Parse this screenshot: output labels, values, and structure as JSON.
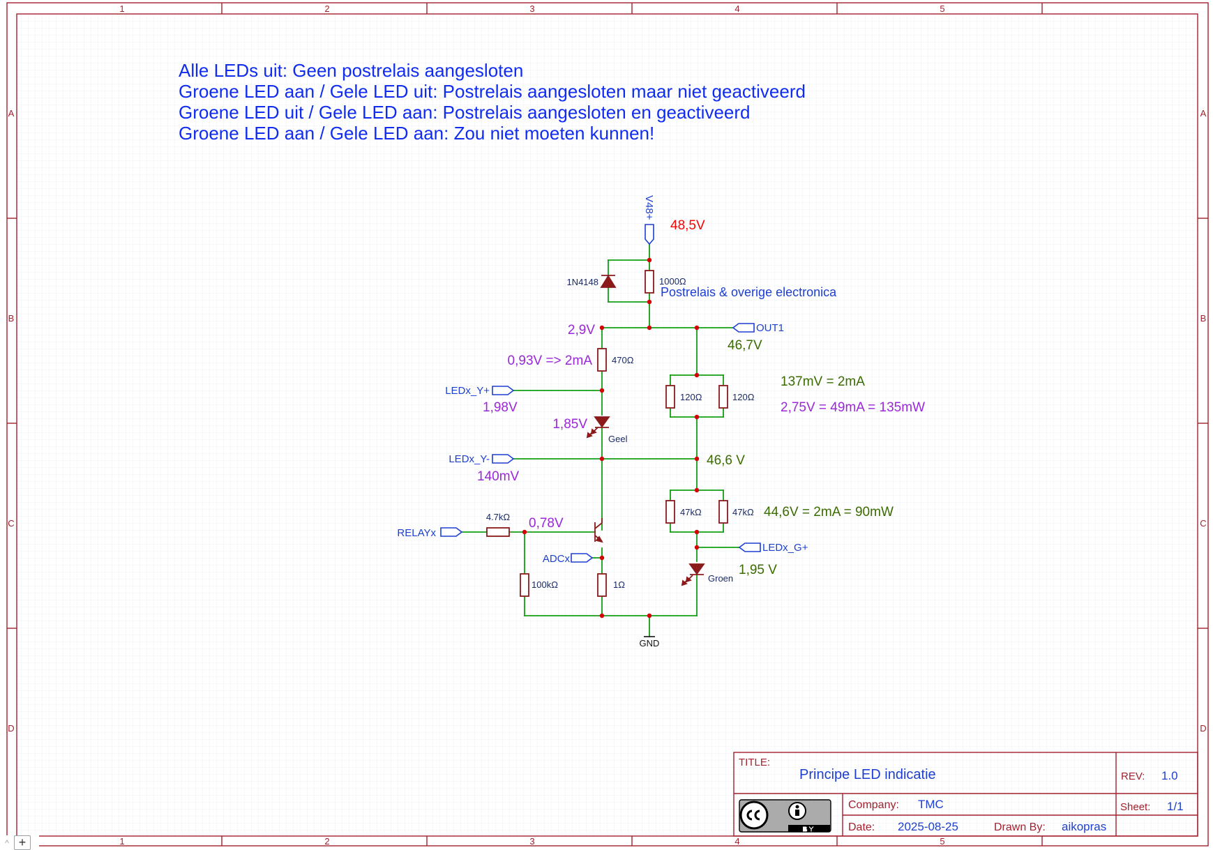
{
  "colors": {
    "border": "#a3202d",
    "wire": "#139e13",
    "junction": "#d40000",
    "component": "#8b1a1a",
    "port": "#1c3fd1",
    "note_blue": "#0f2cf0",
    "note_red": "#ff0000",
    "note_purple": "#9b27d9",
    "note_green": "#3a6b00",
    "label_dark": "#1a2a66",
    "grid": "#eef0f3"
  },
  "frame": {
    "columns": [
      "1",
      "2",
      "3",
      "4",
      "5"
    ],
    "rows": [
      "A",
      "B",
      "C",
      "D"
    ]
  },
  "notes": [
    "Alle LEDs uit: Geen postrelais aangesloten",
    "Groene LED aan / Gele LED uit: Postrelais aangesloten maar niet geactiveerd",
    "Groene LED uit / Gele LED aan: Postrelais aangesloten en geactiveerd",
    "Groene LED aan / Gele LED aan: Zou niet moeten kunnen!"
  ],
  "ports": {
    "v48": "V48+",
    "out1": "OUT1",
    "ledx_y_plus": "LEDx_Y+",
    "ledx_y_minus": "LEDx_Y-",
    "relayx": "RELAYx",
    "adcx": "ADCx",
    "ledx_g_plus": "LEDx_G+",
    "gnd": "GND"
  },
  "components": {
    "diode": "1N4148",
    "r1000": "1000Ω",
    "r470": "470Ω",
    "r120a": "120Ω",
    "r120b": "120Ω",
    "led_yellow": "Geel",
    "r47ka": "47kΩ",
    "r47kb": "47kΩ",
    "r4k7": "4.7kΩ",
    "r100k": "100kΩ",
    "r1": "1Ω",
    "led_green": "Groen"
  },
  "annotations": {
    "v48_value": "48,5V",
    "postrelais": "Postrelais & overige electronica",
    "v2_9": "2,9V",
    "out1_voltage": "46,7V",
    "r470_current": "0,93V => 2mA",
    "r120_current": "137mV = 2mA",
    "r120_power": "2,75V = 49mA = 135mW",
    "y_plus_voltage": "1,98V",
    "led_yellow_drop": "1,85V",
    "node_46_6": "46,6 V",
    "y_minus_voltage": "140mV",
    "r47k_power": "44,6V = 2mA = 90mW",
    "base_voltage": "0,78V",
    "led_green_drop": "1,95 V"
  },
  "title_block": {
    "title_label": "TITLE:",
    "title": "Principe LED indicatie",
    "rev_label": "REV:",
    "rev": "1.0",
    "company_label": "Company:",
    "company": "TMC",
    "sheet_label": "Sheet:",
    "sheet": "1/1",
    "date_label": "Date:",
    "date": "2025-08-25",
    "drawn_label": "Drawn By:",
    "drawn_by": "aikopras",
    "license_badge": "cc-by-badge"
  },
  "ui": {
    "scroll_icon": "chevron-up-icon",
    "add_icon": "plus-icon"
  }
}
